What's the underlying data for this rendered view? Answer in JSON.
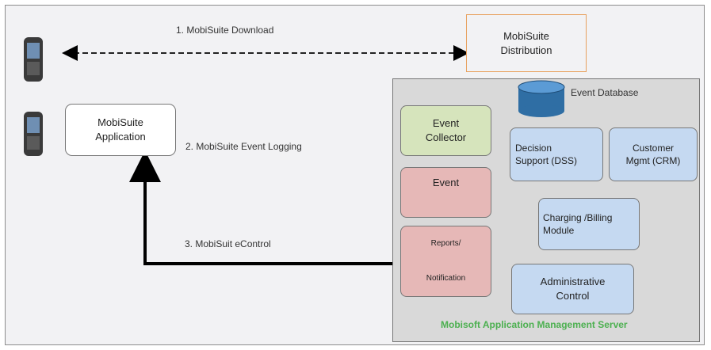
{
  "labels": {
    "download": "1. MobiSuite Download",
    "logging": "2. MobiSuite Event Logging",
    "econtrol": "3. MobiSuit eControl",
    "event_database": "Event Database"
  },
  "boxes": {
    "distribution": {
      "line1": "MobiSuite",
      "line2": "Distribution"
    },
    "application": {
      "line1": "MobiSuite",
      "line2": "Application"
    },
    "event_collector": {
      "line1": "Event",
      "line2": "Collector"
    },
    "event": {
      "line1": "Event"
    },
    "decision_support": {
      "line1": "Decision",
      "line2": "Support (DSS)"
    },
    "customer_mgmt": {
      "line1": "Customer",
      "line2": "Mgmt (CRM)"
    },
    "charging_billing": {
      "line1": "Charging /Billing",
      "line2": "Module"
    },
    "reports": {
      "line1": "Reports/",
      "line2": "Notification"
    },
    "administrative": {
      "line1": "Administrative",
      "line2": "Control"
    }
  },
  "server": {
    "title": "Mobisoft Application Management Server"
  },
  "icons": {
    "phone": "mobile-phone-icon",
    "database": "database-cylinder-icon"
  },
  "colors": {
    "server_bg": "#d9d9d9",
    "green_box": "#d6e4bc",
    "red_box": "#e6b8b7",
    "blue_box": "#c5d9f1",
    "distribution_border": "#e8a15e",
    "server_title": "#4cb050",
    "database": "#2f6ea4"
  }
}
